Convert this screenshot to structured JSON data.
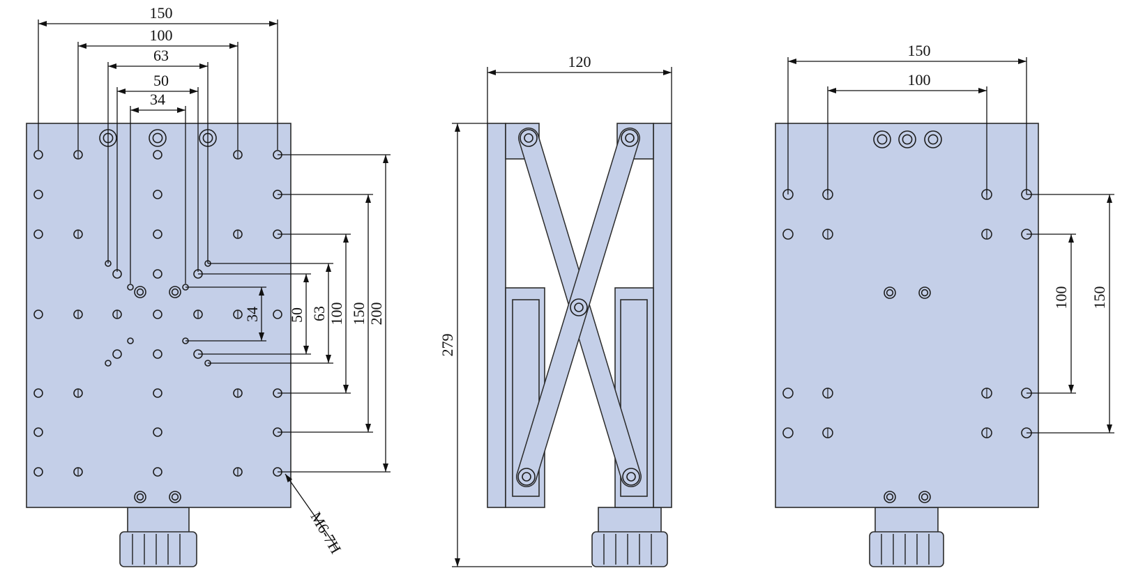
{
  "left_view": {
    "top_dims": [
      "150",
      "100",
      "63",
      "50",
      "34"
    ],
    "side_dims": [
      "34",
      "50",
      "63",
      "100",
      "150",
      "200"
    ],
    "thread_label": "M6-7H"
  },
  "middle_view": {
    "width_dim": "120",
    "height_dim": "279"
  },
  "right_view": {
    "top_dims": [
      "150",
      "100"
    ],
    "side_dims": [
      "100",
      "150"
    ]
  }
}
